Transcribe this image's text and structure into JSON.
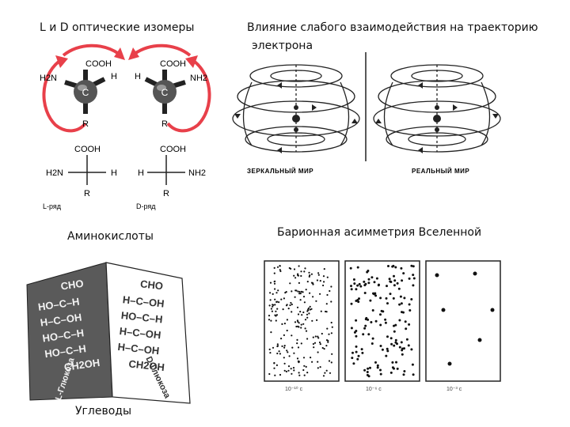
{
  "captions": {
    "lr_title": "L и D оптические изомеры",
    "weak_title_line1": "Влияние слабого взаимодействия на траекторию",
    "weak_title_line2": "электрона",
    "amino": "Аминокислоты",
    "baryon": "Барионная асимметрия Вселенной",
    "carbs": "Углеводы"
  },
  "isomers": {
    "cooh": "COOH",
    "h2n": "H2N",
    "nh2": "NH2",
    "h": "H",
    "c": "C",
    "r": "R",
    "l_series": "L-ряд",
    "d_series": "D-ряд"
  },
  "electron": {
    "mirror_label": "ЗЕРКАЛЬНЫЙ МИР",
    "real_label": "РЕАЛЬНЫЙ МИР"
  },
  "glucose": {
    "cho": "CHO",
    "ch2oh": "CH2OH",
    "l_name": "L-Глюкоза",
    "d_name": "D-Глюкоза",
    "l_rows": [
      "HO–C–H",
      "H–C–OH",
      "HO–C–H",
      "HO–C–H"
    ],
    "d_rows": [
      "H–C–OH",
      "HO–C–H",
      "H–C–OH",
      "H–C–OH"
    ]
  },
  "baryon": {
    "labels": [
      "10⁻¹⁰ с",
      "10⁻⁶ с",
      "10⁻³ с"
    ]
  }
}
